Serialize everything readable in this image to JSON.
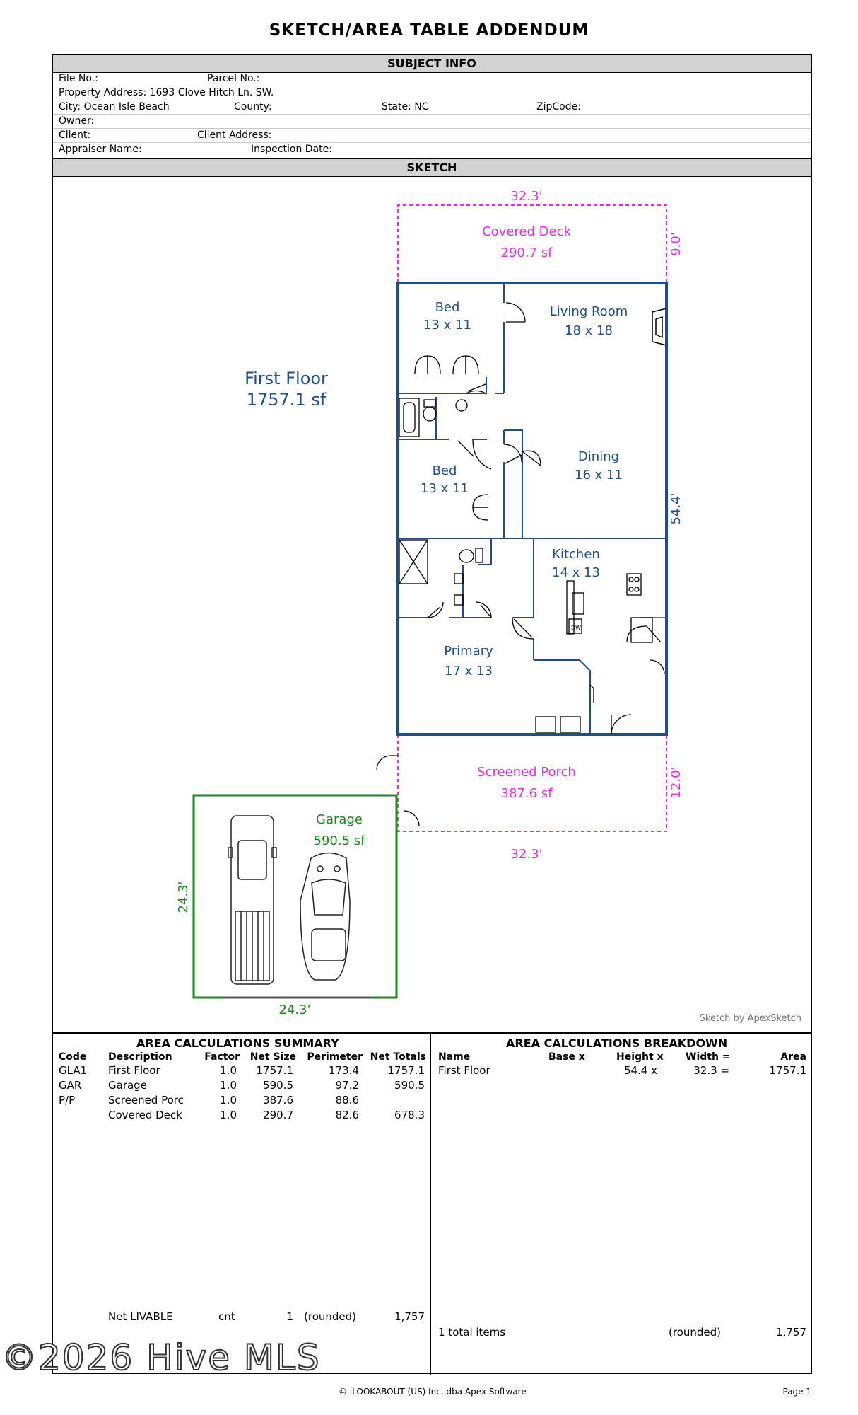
{
  "title": "SKETCH/AREA TABLE ADDENDUM",
  "subject_info": {
    "header": "SUBJECT INFO",
    "file_no": "File No.:",
    "parcel_no": "Parcel No.:",
    "property_address": "Property Address: 1693 Clove Hitch Ln. SW.",
    "city": "City: Ocean Isle Beach",
    "county": "County:",
    "state": "State: NC",
    "zipcode": "ZipCode:",
    "owner": "Owner:",
    "client": "Client:",
    "client_address": "Client Address:",
    "appraiser_name": "Appraiser Name:",
    "inspection_date": "Inspection Date:"
  },
  "sketch": {
    "header": "SKETCH",
    "first_floor_label": "First Floor",
    "first_floor_area": "1757.1 sf",
    "covered_deck_label": "Covered Deck",
    "covered_deck_area": "290.7 sf",
    "screened_porch_label": "Screened Porch",
    "screened_porch_area": "387.6 sf",
    "garage_label": "Garage",
    "garage_area": "590.5 sf",
    "dim_deck_top": "32.3'",
    "dim_deck_side": "9.0'",
    "dim_house_side": "54.4'",
    "dim_porch_side": "12.0'",
    "dim_porch_bottom": "32.3'",
    "dim_garage_side": "24.3'",
    "dim_garage_bottom": "24.3'",
    "rooms": [
      {
        "name": "Bed",
        "size": "13 x 11"
      },
      {
        "name": "Living Room",
        "size": "18 x 18"
      },
      {
        "name": "Bed",
        "size": "13 x 11"
      },
      {
        "name": "Dining",
        "size": "16 x 11"
      },
      {
        "name": "Kitchen",
        "size": "14 x 13"
      },
      {
        "name": "Primary",
        "size": "17 x 13"
      }
    ],
    "dw_label": "DW",
    "credit": "Sketch by ApexSketch",
    "colors": {
      "living": "#1f4e8c",
      "outdoor": "#e62ee6",
      "garage": "#1a8a1a"
    }
  },
  "summary": {
    "header": "AREA CALCULATIONS SUMMARY",
    "columns": [
      "Code",
      "Description",
      "Factor",
      "Net Size",
      "Perimeter",
      "Net Totals"
    ],
    "rows": [
      [
        "GLA1",
        "First Floor",
        "1.0",
        "1757.1",
        "173.4",
        "1757.1"
      ],
      [
        "GAR",
        "Garage",
        "1.0",
        "590.5",
        "97.2",
        "590.5"
      ],
      [
        "P/P",
        "Screened Porc",
        "1.0",
        "387.6",
        "88.6",
        ""
      ],
      [
        "",
        "Covered Deck",
        "1.0",
        "290.7",
        "82.6",
        "678.3"
      ]
    ],
    "footer": {
      "label": "Net LIVABLE",
      "unit": "cnt",
      "count": "1",
      "rounded": "(rounded)",
      "total": "1,757"
    }
  },
  "breakdown": {
    "header": "AREA CALCULATIONS BREAKDOWN",
    "columns": [
      "Name",
      "Base x",
      "Height x",
      "Width =",
      "Area"
    ],
    "rows": [
      [
        "First Floor",
        "",
        "54.4 x",
        "32.3 =",
        "1757.1"
      ]
    ],
    "footer": {
      "items": "1 total items",
      "rounded": "(rounded)",
      "total": "1,757"
    }
  },
  "footer": {
    "copyright": "© iLOOKABOUT (US) Inc. dba Apex Software",
    "page": "Page 1"
  },
  "watermark": "©2026 Hive MLS"
}
